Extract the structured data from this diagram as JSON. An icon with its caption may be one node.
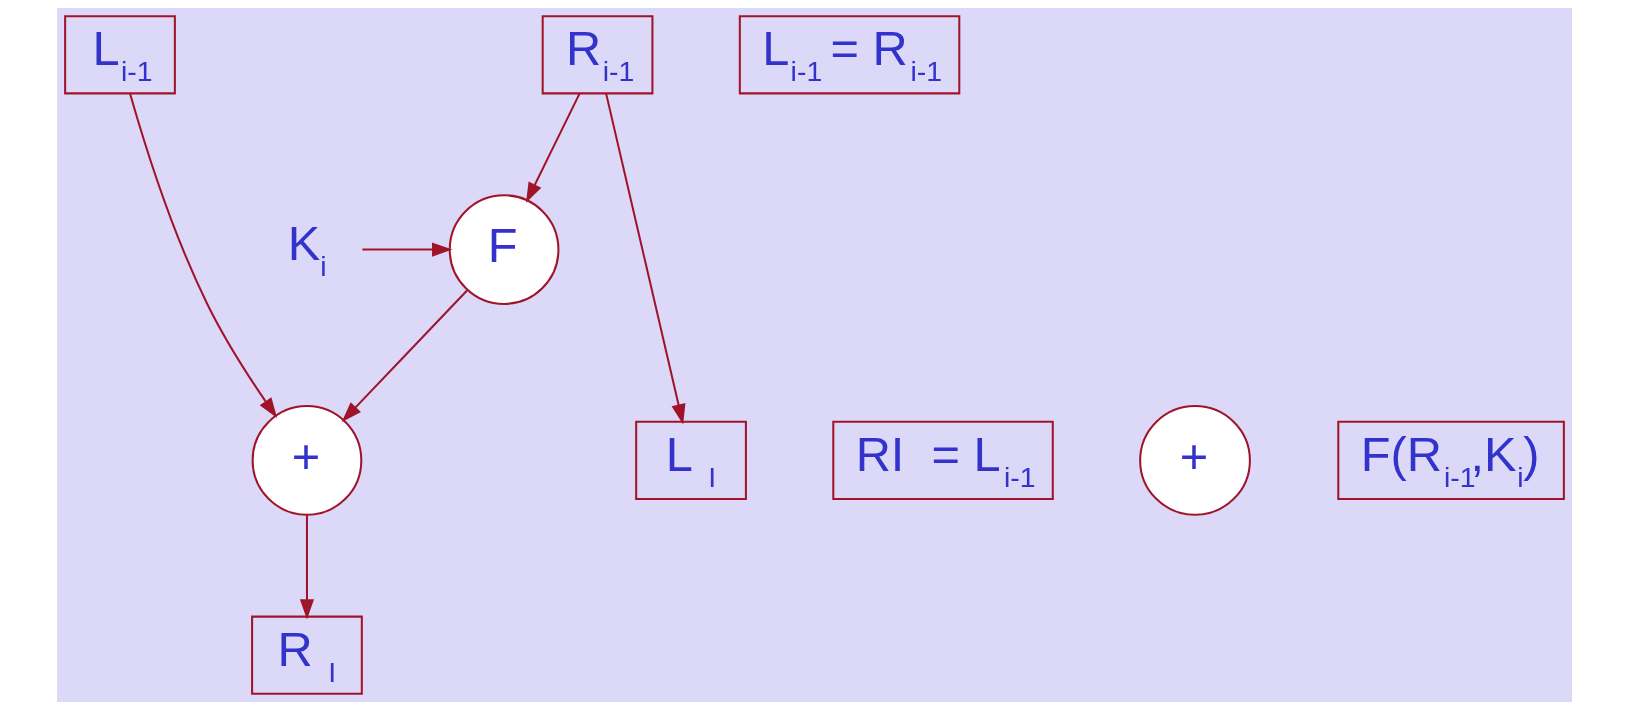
{
  "diagram": {
    "nodes": [
      {
        "text": [
          "L$_{i-1}$"
        ]
      },
      {
        "text": [
          "R$_{i-1}$"
        ]
      },
      {
        "text": [
          "F"
        ]
      },
      {
        "text": [
          "K$_{i}$"
        ]
      },
      {
        "text": [
          "L$_{i-1}$ = R$_{i-1}$"
        ]
      },
      {
        "text": [
          "+"
        ]
      },
      {
        "text": [
          "RI  = L$_{i-1}$"
        ]
      },
      {
        "text": [
          "+"
        ]
      },
      {
        "text": [
          "F(R$_{i-1}$,K$_{i}$)"
        ]
      },
      {
        "text": [
          "L $_{I}$"
        ]
      },
      {
        "text": [
          "R $_{I}$"
        ]
      }
    ],
    "edges": [
      {
        "from": 1,
        "to": 2,
        "arrow": "to"
      },
      {
        "from": 3,
        "to": 2,
        "arrow": "to"
      },
      {
        "from": 2,
        "to": 5,
        "arrow": "to"
      },
      {
        "from": 0,
        "to": 5,
        "arrow": "to"
      },
      {
        "from": 1,
        "to": 9,
        "arrow": "to"
      },
      {
        "from": 5,
        "to": 10,
        "arrow": "to"
      }
    ]
  }
}
